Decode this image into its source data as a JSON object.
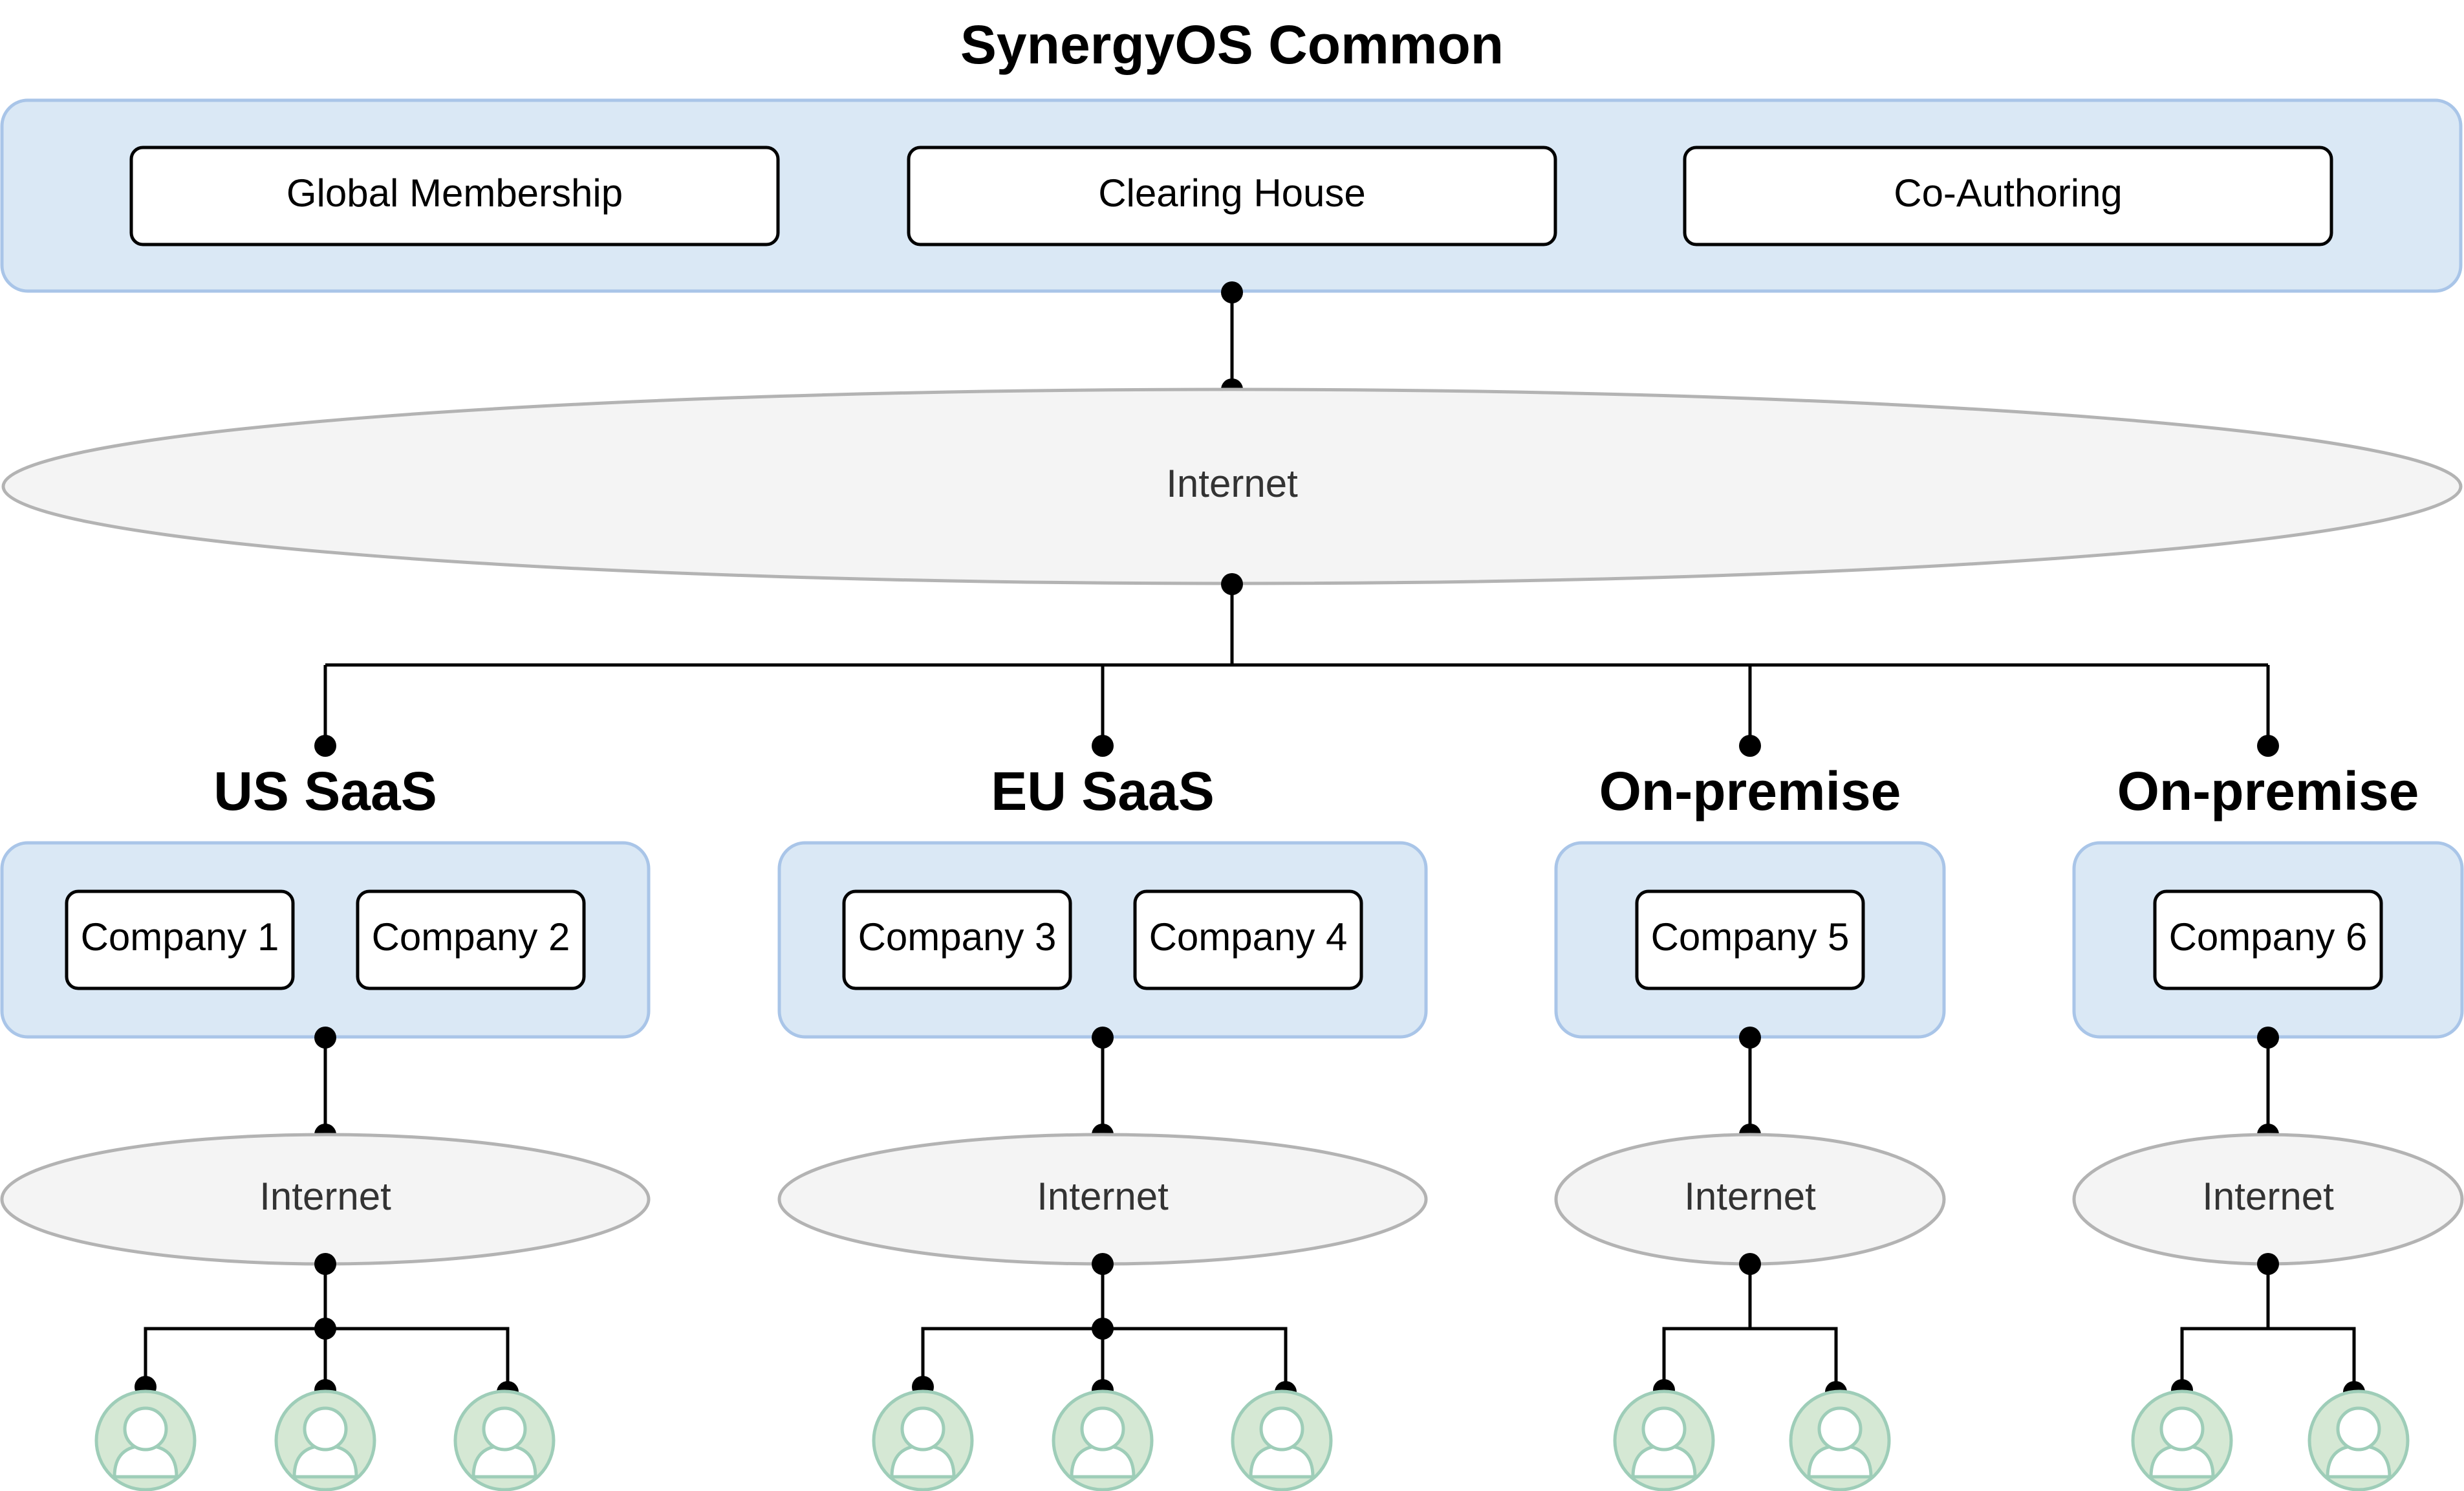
{
  "title": "SynergyOS Common",
  "common_services": [
    "Global Membership",
    "Clearing House",
    "Co-Authoring"
  ],
  "top_network": {
    "label": "Internet"
  },
  "deployments": [
    {
      "name": "US SaaS",
      "companies": [
        "Company 1",
        "Company 2"
      ],
      "network": "Internet",
      "user_count": 3
    },
    {
      "name": "EU SaaS",
      "companies": [
        "Company 3",
        "Company 4"
      ],
      "network": "Internet",
      "user_count": 3
    },
    {
      "name": "On-premise",
      "companies": [
        "Company 5"
      ],
      "network": "Internet",
      "user_count": 2
    },
    {
      "name": "On-premise",
      "companies": [
        "Company 6"
      ],
      "network": "Internet",
      "user_count": 2
    }
  ],
  "colors": {
    "container_fill": "#dae8f5",
    "container_stroke": "#a9c5e8",
    "cloud_fill": "#f4f4f4",
    "cloud_stroke": "#b3b3b3",
    "user_fill": "#d5e8d4",
    "user_stroke": "#9ecdb8"
  },
  "icons": {
    "user": "user-icon"
  }
}
